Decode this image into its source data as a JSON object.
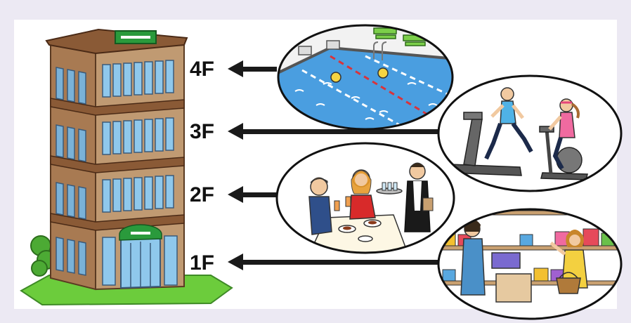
{
  "floors": [
    {
      "label": "4F",
      "scene_icon": "swimming-pool-icon"
    },
    {
      "label": "3F",
      "scene_icon": "gym-icon"
    },
    {
      "label": "2F",
      "scene_icon": "restaurant-icon"
    },
    {
      "label": "1F",
      "scene_icon": "gift-shop-icon"
    }
  ],
  "colors": {
    "background": "#ece9f3",
    "panel": "#ffffff",
    "building_wall": "#c09a72",
    "building_floor_band": "#dcc6a8",
    "window": "#8fc8ec",
    "sign": "#2a9a3c",
    "grass": "#6ccc3c",
    "arrow": "#1a1a1a",
    "pool_water": "#4a9ee0"
  }
}
